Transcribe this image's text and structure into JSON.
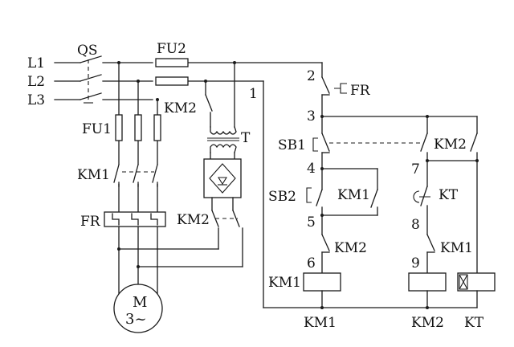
{
  "lines": [
    "L1",
    "L2",
    "L3"
  ],
  "labels": {
    "qs": "QS",
    "fu2": "FU2",
    "fu1": "FU1",
    "km1_main": "KM1",
    "fr_main": "FR",
    "km2_top": "KM2",
    "km2_brake": "KM2",
    "transformer": "T",
    "node_1": "1",
    "motor_m": "M",
    "motor_phase": "3~"
  },
  "control": {
    "node_2": "2",
    "fr_contact": "FR",
    "node_3": "3",
    "sb1": "SB1",
    "km2_hold": "KM2",
    "node_4": "4",
    "node_7": "7",
    "sb2": "SB2",
    "km1_hold": "KM1",
    "kt_contact": "KT",
    "node_5": "5",
    "node_8": "8",
    "km2_interlock": "KM2",
    "km1_interlock": "KM1",
    "node_6": "6",
    "node_9": "9",
    "coil_km1_left": "KM1",
    "bottom_km1": "KM1",
    "bottom_km2": "KM2",
    "bottom_kt": "KT"
  }
}
